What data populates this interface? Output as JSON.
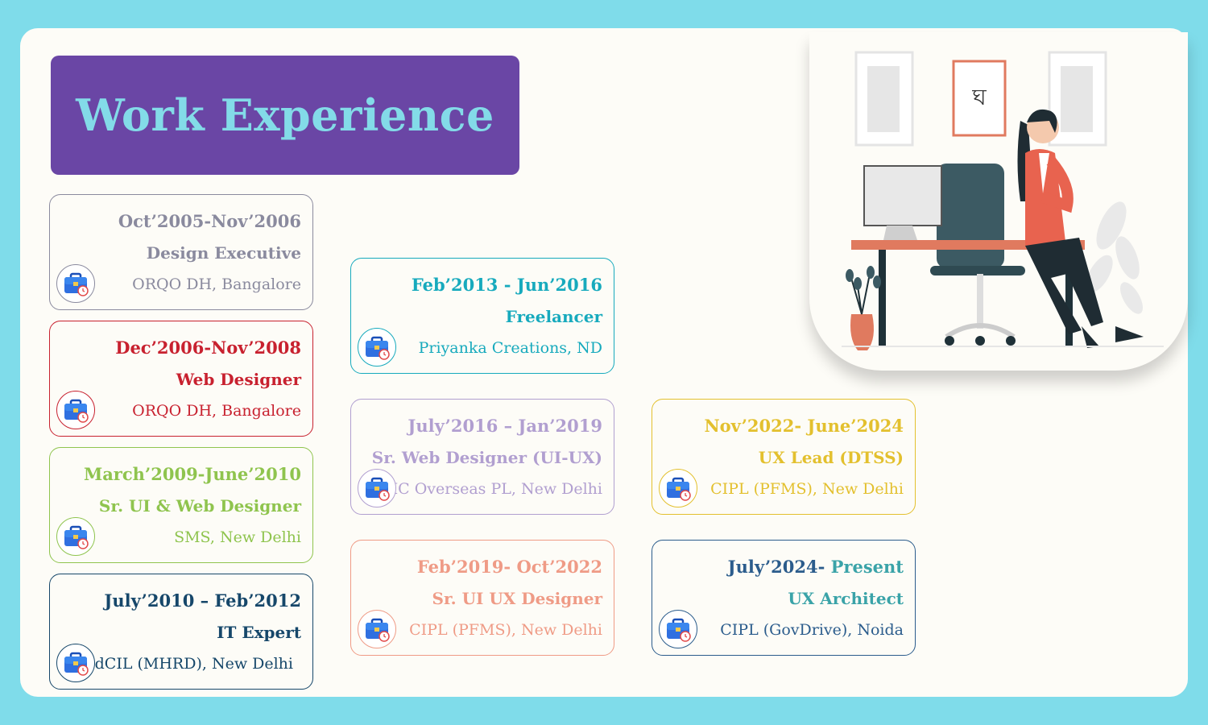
{
  "header": {
    "title": "Work Experience"
  },
  "cards": [
    {
      "id": "c1",
      "period": "Oct’2005-Nov’2006",
      "role": "Design Executive",
      "company": "ORQO DH, Bangalore",
      "color": "#8a8a9e"
    },
    {
      "id": "c2",
      "period": "Dec’2006-Nov’2008",
      "role": "Web Designer",
      "company": "ORQO DH, Bangalore",
      "color": "#c8212f"
    },
    {
      "id": "c3",
      "period": "March’2009-June’2010",
      "role": "Sr. UI & Web Designer",
      "company": "SMS, New Delhi",
      "color": "#8fc44e"
    },
    {
      "id": "c4",
      "period": "July’2010 – Feb’2012",
      "role": "IT Expert",
      "company": "EdCIL (MHRD), New Delhi",
      "color": "#16476a"
    },
    {
      "id": "c5",
      "period": "Feb’2013 - Jun’2016",
      "role": "Freelancer",
      "company": "Priyanka Creations, ND",
      "color": "#17aabd"
    },
    {
      "id": "c6",
      "period": "July’2016 – Jan’2019",
      "role": "Sr. Web Designer (UI-UX)",
      "company": "JMC Overseas PL, New Delhi",
      "color": "#b19fd0"
    },
    {
      "id": "c7",
      "period": "Feb’2019- Oct’2022",
      "role": "Sr. UI UX Designer",
      "company": "CIPL (PFMS), New Delhi",
      "color": "#ef9b86"
    },
    {
      "id": "c8",
      "period": "Nov’2022- June’2024",
      "role": "UX Lead (DTSS)",
      "company": "CIPL (PFMS), New Delhi",
      "color": "#e3c02e"
    },
    {
      "id": "c9",
      "period_a": "July’2024-",
      "period_b": " Present",
      "role": "UX Architect",
      "company": "CIPL (GovDrive), Noida",
      "color": "#2b5c8c",
      "color_b": "#3aa3a8"
    }
  ],
  "illustration": {
    "logo_glyph": "ঘ"
  },
  "icons": {
    "card_icon": "briefcase-clock-icon"
  }
}
